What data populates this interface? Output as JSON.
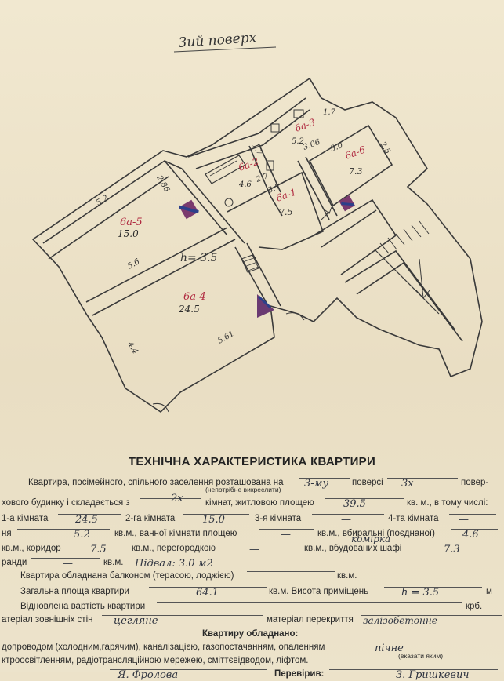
{
  "floor_heading": "3ий поверх",
  "plan": {
    "rooms": [
      {
        "id": "6а-5",
        "area": "15.0"
      },
      {
        "id": "6а-4",
        "area": "24.5"
      },
      {
        "id": "6а-2",
        "area": "4.6"
      },
      {
        "id": "6а-3",
        "area": "5.2"
      },
      {
        "id": "6а-1",
        "area": "7.5"
      },
      {
        "id": "6а-6",
        "area": "7.3"
      }
    ],
    "height_label": "h= 3.5",
    "dimensions": [
      "5.2",
      "2.86",
      "5.6",
      "4.4",
      "5.61",
      "1.7",
      "3.06",
      "1.7",
      "2.7",
      "3.7",
      "3.0",
      "2.5"
    ]
  },
  "form": {
    "title": "ТЕХНІЧНА ХАРАКТЕРИСТИКА КВАРТИРИ",
    "l1_a": "Квартира, посімейного, спільного заселення розташована на",
    "l1_fill_floor": "3-му",
    "l1_b": "поверсі",
    "l1_fill_floors": "3х",
    "l1_c": "повер-",
    "l1_note": "(непотрібне викреслити)",
    "l2_a": "хового будинку і складається з",
    "l2_fill_rooms": "2х",
    "l2_b": "кімнат, житловою площею",
    "l2_fill_living": "39.5",
    "l2_c": "кв. м., в тому числі:",
    "l3_a": "1-а кімната",
    "l3_fill_r1": "24.5",
    "l3_b": "2-га кімната",
    "l3_fill_r2": "15.0",
    "l3_c": "3-я кімната",
    "l3_fill_r3": "—",
    "l3_d": "4-та кімната",
    "l3_fill_r4": "—",
    "l4_a": "ня",
    "l4_fill_kitchen": "5.2",
    "l4_b": "кв.м., ванної кімнати площею",
    "l4_fill_bath": "—",
    "l4_c": "кв.м., вбиральні (поєднаної)",
    "l4_fill_wc": "4.6",
    "l5_a": "кв.м., коридор",
    "l5_fill_corr": "7.5",
    "l5_b": "кв.м., перегородкою",
    "l5_fill_part": "—",
    "l5_c": "кв.м., вбудованих шафі",
    "l5_over": "комірка",
    "l5_fill_closet": "7.3",
    "l6_a": "ранди",
    "l6_fill": "—",
    "l6_b": "кв.м.",
    "l6_basement": "Підвал: 3.0 м2",
    "l7_a": "Квартира обладнана балконом (терасою, лоджією)",
    "l7_fill": "—",
    "l7_b": "кв.м.",
    "l8_a": "Загальна площа квартири",
    "l8_fill_total": "64.1",
    "l8_b": "кв.м. Висота приміщень",
    "l8_fill_height": "h = 3.5",
    "l8_c": "м",
    "l9_a": "Відновлена вартість квартири",
    "l9_b": "крб.",
    "l10_a": "атеріал зовнішніх стін",
    "l10_fill_walls": "цегляне",
    "l10_b": "матеріал перекриття",
    "l10_fill_floor": "залізобетонне",
    "l11": "Квартиру обладнано:",
    "l12_a": "допроводом (холодним,гарячим), каналізацією, газопостачанням, опаленням",
    "l12_fill_heat": "пічне",
    "l12_note": "(вказати яким)",
    "l13_a": "ктроосвітленням, радіотрансляційною мережею, сміттєвідводом, ліфтом.",
    "l14_fill_sign1": "Я. Фролова",
    "l14_b": "Перевірив:",
    "l14_fill_sign2": "З. Гришкевич"
  }
}
